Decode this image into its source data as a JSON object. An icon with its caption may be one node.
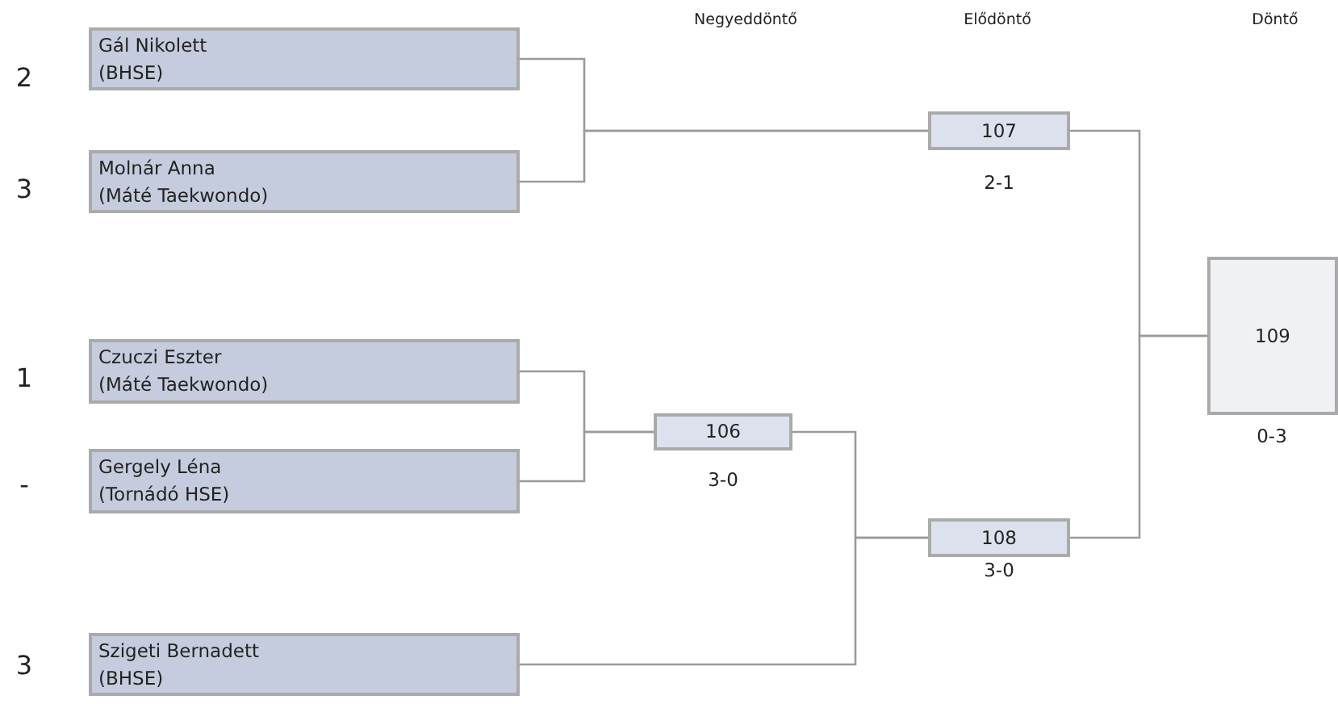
{
  "diagram": {
    "nodes": [
      {
        "text": [
          "Gál Nikolett",
          "(BHSE)"
        ],
        "beside": [
          "2"
        ]
      },
      {
        "text": [
          "Molnár Anna",
          "(Máté Taekwondo)"
        ],
        "beside": [
          "3"
        ]
      },
      {
        "text": [
          "Czuczi Eszter",
          "(Máté Taekwondo)"
        ],
        "beside": [
          "1"
        ]
      },
      {
        "text": [
          "Gergely Léna",
          "(Tornádó HSE)"
        ],
        "beside": [
          "-"
        ]
      },
      {
        "text": [
          "Szigeti Bernadett",
          "(BHSE)"
        ],
        "beside": [
          "3"
        ]
      },
      {
        "text": [
          "106"
        ],
        "beside": [
          "3-0"
        ]
      },
      {
        "text": [
          "107"
        ],
        "beside": [
          "2-1"
        ]
      },
      {
        "text": [
          "108"
        ],
        "beside": [
          "3-0"
        ]
      },
      {
        "text": [
          "109"
        ],
        "beside": [
          "0-3"
        ]
      }
    ],
    "edges": [
      {
        "from": 0,
        "to": 6,
        "arrow": "none"
      },
      {
        "from": 1,
        "to": 6,
        "arrow": "none"
      },
      {
        "from": 2,
        "to": 5,
        "arrow": "none"
      },
      {
        "from": 3,
        "to": 5,
        "arrow": "none"
      },
      {
        "from": 5,
        "to": 7,
        "arrow": "none"
      },
      {
        "from": 4,
        "to": 7,
        "arrow": "none"
      },
      {
        "from": 6,
        "to": 8,
        "arrow": "none"
      },
      {
        "from": 7,
        "to": 8,
        "arrow": "none"
      }
    ],
    "labels": [
      "Negyeddöntő",
      "Elődöntő",
      "Döntő"
    ]
  }
}
